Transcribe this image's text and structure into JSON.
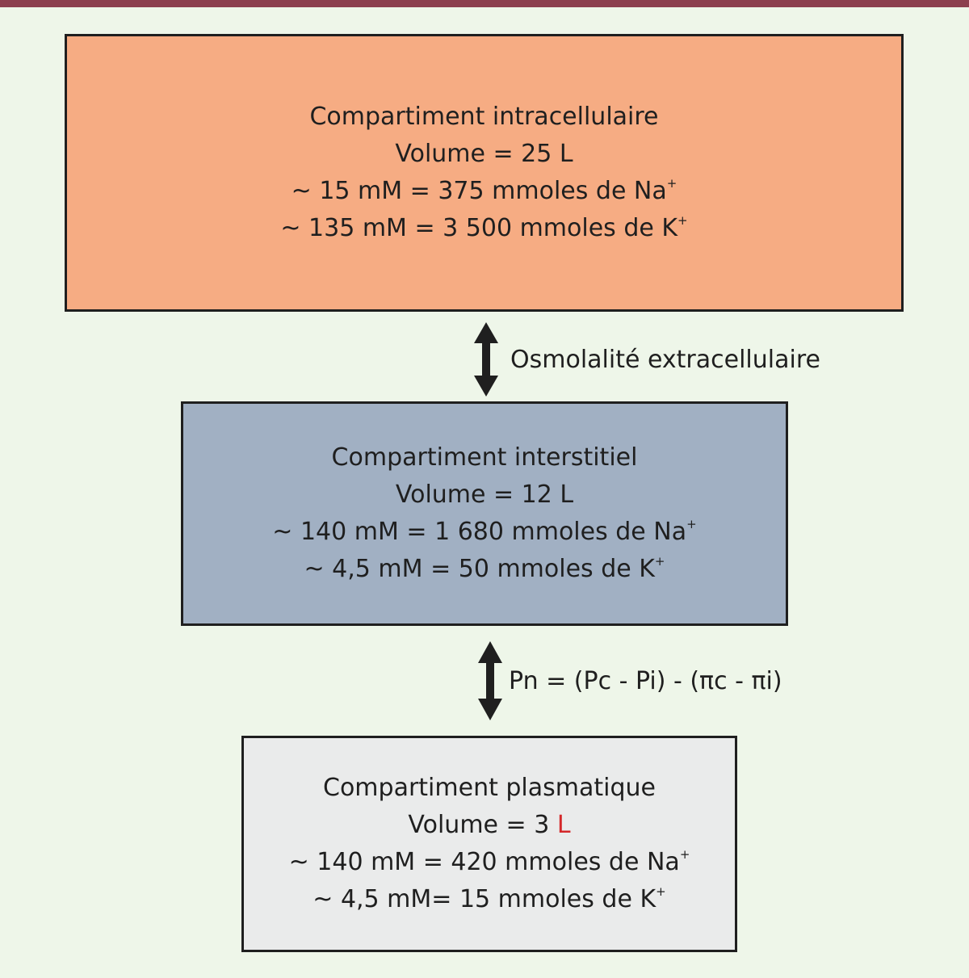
{
  "colors": {
    "top_rule": "#8c3f4e",
    "background": "#eef6e9",
    "intracellular_fill": "#f6ac83",
    "interstitial_fill": "#a1b0c3",
    "plasma_fill": "#eaebeb",
    "highlight_red": "#d4282a"
  },
  "intracellular": {
    "title": "Compartiment intracellulaire",
    "volume": "Volume = 25 L",
    "na_text": "~ 15 mM = 375 mmoles de Na",
    "na_sup": "+",
    "k_text": "~ 135 mM = 3 500 mmoles de K",
    "k_sup": "+"
  },
  "arrow1": {
    "label": "Osmolalité extracellulaire",
    "icon": "double-headed-vertical-arrow"
  },
  "interstitial": {
    "title": "Compartiment interstitiel",
    "volume": "Volume = 12 L",
    "na_text": "~ 140 mM = 1 680 mmoles de Na",
    "na_sup": "+",
    "k_text": "~ 4,5 mM = 50 mmoles de K",
    "k_sup": "+"
  },
  "arrow2": {
    "label": "Pn = (Pc - Pi) - (πc - πi)",
    "icon": "double-headed-vertical-arrow"
  },
  "plasma": {
    "title": "Compartiment plasmatique",
    "volume_prefix": "Volume = 3 ",
    "volume_unit": "L",
    "na_text": "~ 140 mM = 420 mmoles de Na",
    "na_sup": "+",
    "k_text": "~ 4,5 mM= 15 mmoles de K",
    "k_sup": "+"
  }
}
